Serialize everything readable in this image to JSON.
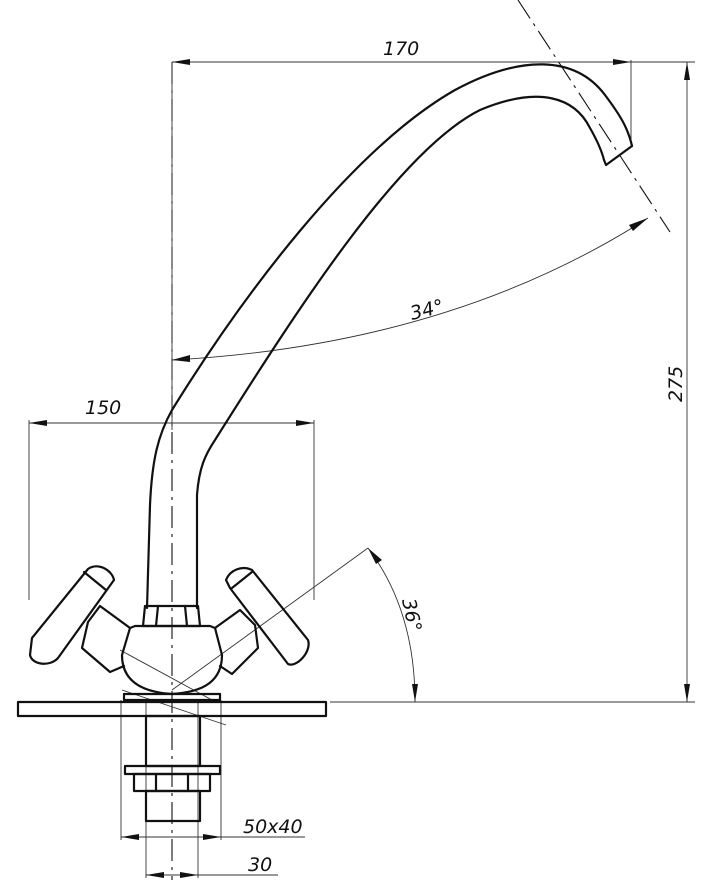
{
  "dimensions": {
    "reach": "170",
    "handle_span": "150",
    "height": "275",
    "spout_angle": "34°",
    "handle_angle": "36°",
    "thread_size": "50x40",
    "shank_diameter": "30"
  },
  "colors": {
    "line": "#111111",
    "background": "#ffffff"
  }
}
